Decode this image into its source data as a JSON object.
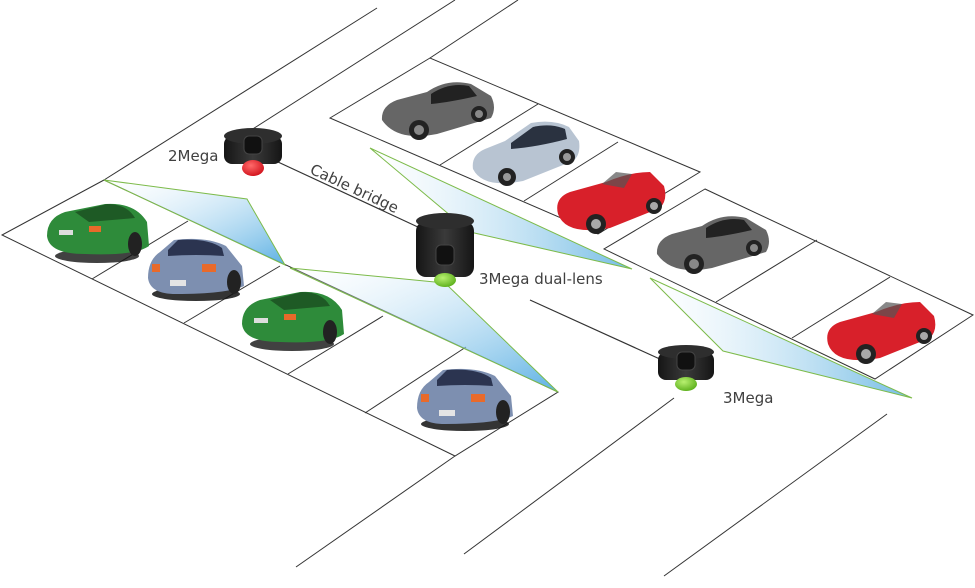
{
  "diagram": {
    "title": "Parking guidance camera layout",
    "labels": {
      "camera_2mega": "2Mega",
      "camera_3mega_dual": "3Mega dual-lens",
      "camera_3mega": "3Mega",
      "cable": "Cable bridge"
    },
    "cameras": [
      {
        "id": "cam-2mega",
        "label": "2Mega",
        "indicator": "red",
        "indicator_color": "#e8262b"
      },
      {
        "id": "cam-3mega-dual",
        "label": "3Mega dual-lens",
        "indicator": "green",
        "indicator_color": "#7cc627"
      },
      {
        "id": "cam-3mega",
        "label": "3Mega",
        "indicator": "green",
        "indicator_color": "#7cc627"
      }
    ],
    "parking_rows": [
      {
        "name": "left-row",
        "spaces": [
          {
            "car": "green sedan",
            "color": "#2e8b3a"
          },
          {
            "car": "blue-gray sedan",
            "color": "#7d8fb0"
          },
          {
            "car": "green sedan",
            "color": "#2e8b3a"
          },
          {
            "car": "empty",
            "color": ""
          },
          {
            "car": "blue-gray sedan",
            "color": "#7d8fb0"
          }
        ]
      },
      {
        "name": "right-row-upper",
        "spaces": [
          {
            "car": "dark gray coupe",
            "color": "#555555"
          },
          {
            "car": "silver sedan",
            "color": "#b8c4d2"
          },
          {
            "car": "red convertible",
            "color": "#d8202a"
          }
        ]
      },
      {
        "name": "right-row-lower",
        "spaces": [
          {
            "car": "dark gray coupe",
            "color": "#555555"
          },
          {
            "car": "empty",
            "color": ""
          },
          {
            "car": "red convertible",
            "color": "#d8202a"
          }
        ]
      }
    ],
    "colors": {
      "line": "#333333",
      "cone_edge": "#7dbb4a",
      "cone_fill": "#5ab0e0",
      "camera_body": "#2a2a2a"
    }
  }
}
